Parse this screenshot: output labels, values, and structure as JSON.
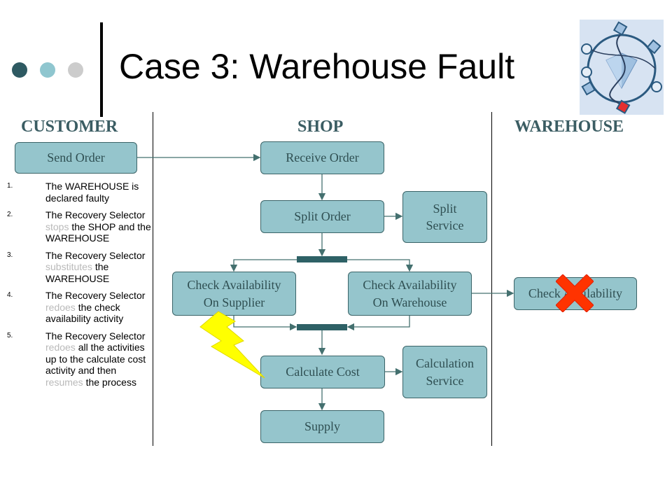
{
  "title": "Case 3: Warehouse Fault",
  "lanes": {
    "customer": "CUSTOMER",
    "shop": "SHOP",
    "warehouse": "WAREHOUSE"
  },
  "activities": {
    "send_order": "Send Order",
    "receive_order": "Receive Order",
    "split_order": "Split Order",
    "split_service": [
      "Split",
      "Service"
    ],
    "check_supplier": [
      "Check Availability",
      "On Supplier"
    ],
    "check_warehouse": [
      "Check Availability",
      "On Warehouse"
    ],
    "check_availability_wh": "Check Availability",
    "calculate_cost": "Calculate Cost",
    "calculation_service": [
      "Calculation",
      "Service"
    ],
    "supply": "Supply"
  },
  "steps": [
    {
      "num": "1.",
      "parts": [
        {
          "t": "The WAREHOUSE is declared faulty"
        }
      ]
    },
    {
      "num": "2.",
      "parts": [
        {
          "t": "The Recovery Selector "
        },
        {
          "t": "stops",
          "hl": true
        },
        {
          "t": " the SHOP and the WAREHOUSE"
        }
      ]
    },
    {
      "num": "3.",
      "parts": [
        {
          "t": "The Recovery Selector "
        },
        {
          "t": "substitutes",
          "hl": true
        },
        {
          "t": " the WAREHOUSE"
        }
      ]
    },
    {
      "num": "4.",
      "parts": [
        {
          "t": "The Recovery Selector "
        },
        {
          "t": "redoes",
          "hl": true
        },
        {
          "t": " the check availability activity"
        }
      ]
    },
    {
      "num": "5.",
      "parts": [
        {
          "t": "The Recovery Selector "
        },
        {
          "t": "redoes",
          "hl": true
        },
        {
          "t": " all the activities up to the calculate cost activity and then "
        },
        {
          "t": "resumes",
          "hl": true
        },
        {
          "t": " the process"
        }
      ]
    }
  ],
  "colors": {
    "activity_fill": "#95c5cc",
    "activity_text": "#2f4f52",
    "lane_label": "#3b5d63",
    "sync_bar": "#2e6166",
    "connector": "#44706f",
    "dot_dark": "#2e5a62",
    "dot_mid": "#8fc6cf",
    "dot_light": "#cccccc",
    "fault_mark": "#ff3300",
    "lightning": "#ffff00",
    "highlight_text": "#b9b9b9"
  },
  "icons": {
    "fault": "fault-x-icon",
    "failure": "lightning-bolt-icon",
    "logo": "network-diamond-logo"
  }
}
